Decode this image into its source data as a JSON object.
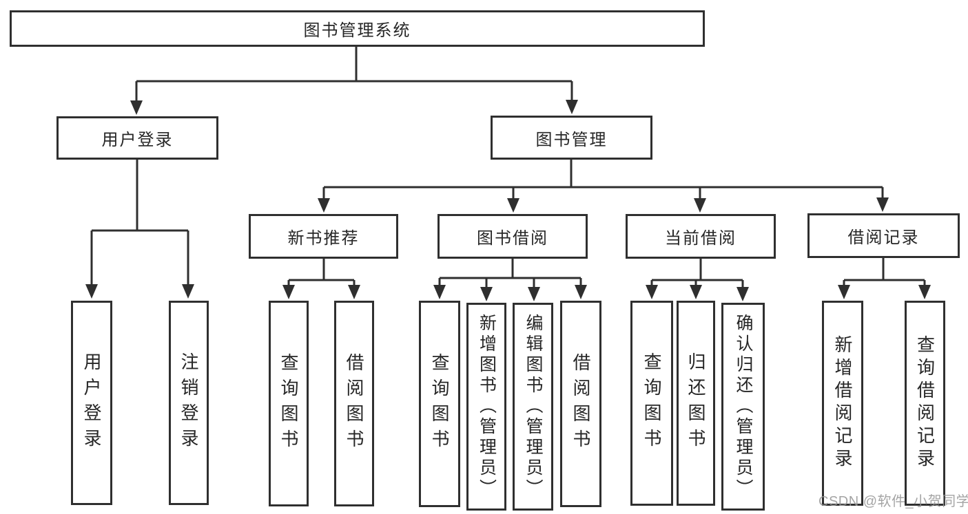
{
  "tree": {
    "label": "图书管理系统",
    "children": [
      {
        "label": "用户登录",
        "children": [
          {
            "label": "用户登录"
          },
          {
            "label": "注销登录"
          }
        ]
      },
      {
        "label": "图书管理",
        "children": [
          {
            "label": "新书推荐",
            "children": [
              {
                "label": "查询图书"
              },
              {
                "label": "借阅图书"
              }
            ]
          },
          {
            "label": "图书借阅",
            "children": [
              {
                "label": "查询图书"
              },
              {
                "label": "新增图书（管理员）"
              },
              {
                "label": "编辑图书（管理员）"
              },
              {
                "label": "借阅图书"
              }
            ]
          },
          {
            "label": "当前借阅",
            "children": [
              {
                "label": "查询图书"
              },
              {
                "label": "归还图书"
              },
              {
                "label": "确认归还（管理员）"
              }
            ]
          },
          {
            "label": "借阅记录",
            "children": [
              {
                "label": "新增借阅记录"
              },
              {
                "label": "查询借阅记录"
              }
            ]
          }
        ]
      }
    ]
  },
  "watermark": {
    "text": "CSDN @软件_小贺同学"
  },
  "colors": {
    "line": "#2f2f2f",
    "text": "#262626",
    "background": "#ffffff",
    "watermark": "#949494"
  }
}
